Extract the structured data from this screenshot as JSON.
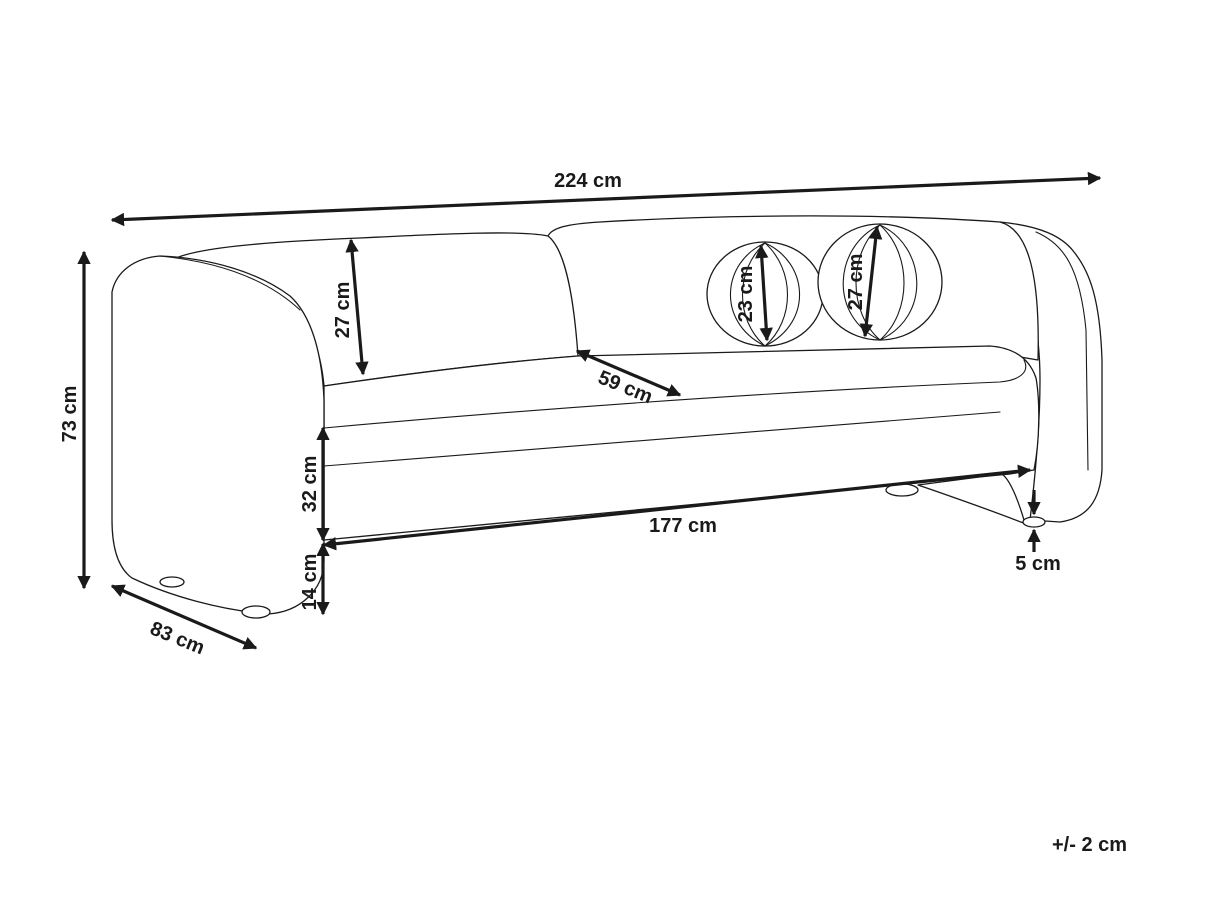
{
  "dimensions": {
    "total_width": "224 cm",
    "total_height": "73 cm",
    "depth": "83 cm",
    "backrest_height": "27 cm",
    "seat_depth": "59 cm",
    "pillow_small": "23 cm",
    "pillow_large": "27 cm",
    "seat_height": "32 cm",
    "leg_clearance": "14 cm",
    "seat_width": "177 cm",
    "leg_height": "5 cm"
  },
  "tolerance": "+/- 2 cm"
}
